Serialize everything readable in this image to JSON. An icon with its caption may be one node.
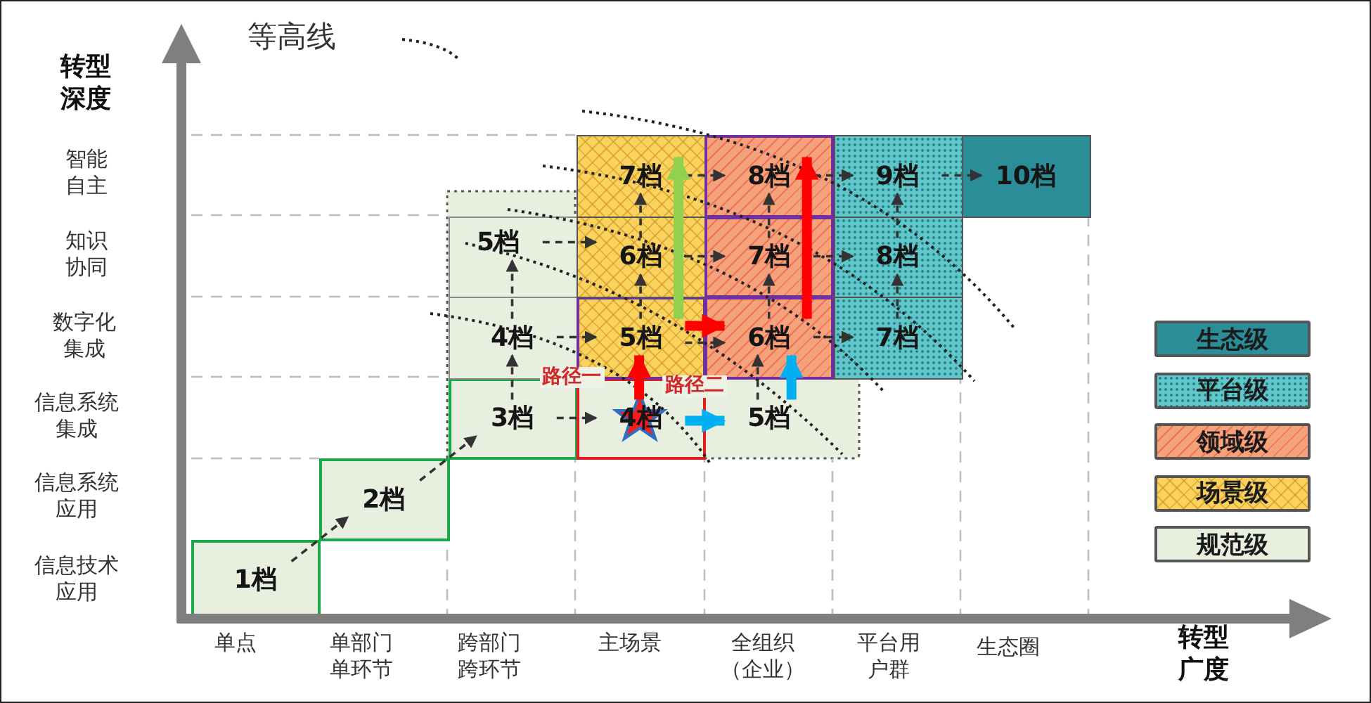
{
  "diagram": {
    "nodes": [
      {
        "text": [
          "1档"
        ]
      },
      {
        "text": [
          "2档"
        ]
      },
      {
        "text": [
          "3档"
        ]
      },
      {
        "text": [
          "4档"
        ]
      },
      {
        "text": [
          "5档"
        ]
      },
      {
        "text": [
          "4档"
        ]
      },
      {
        "text": [
          "5档"
        ]
      },
      {
        "text": [
          "5档"
        ]
      },
      {
        "text": [
          "6档"
        ]
      },
      {
        "text": [
          "7档"
        ]
      },
      {
        "text": [
          "6档"
        ]
      },
      {
        "text": [
          "7档"
        ]
      },
      {
        "text": [
          "8档"
        ]
      },
      {
        "text": [
          "7档"
        ]
      },
      {
        "text": [
          "8档"
        ]
      },
      {
        "text": [
          "9档"
        ]
      },
      {
        "text": [
          "10档"
        ]
      }
    ],
    "edges": [
      {
        "from": 0,
        "to": 1,
        "arrow": "to",
        "style": "dashed"
      },
      {
        "from": 1,
        "to": 2,
        "arrow": "to",
        "style": "dashed"
      },
      {
        "from": 2,
        "to": 3,
        "arrow": "to",
        "style": "dashed"
      },
      {
        "from": 2,
        "to": 5,
        "arrow": "to",
        "style": "dashed"
      },
      {
        "from": 5,
        "to": 7,
        "arrow": "to",
        "style": "dashed"
      },
      {
        "from": 5,
        "to": 6,
        "arrow": "to",
        "style": "dashed"
      },
      {
        "from": 6,
        "to": 8,
        "arrow": "to",
        "style": "dashed"
      },
      {
        "from": 7,
        "to": 8,
        "arrow": "to",
        "style": "dashed"
      },
      {
        "from": 8,
        "to": 9,
        "arrow": "to",
        "style": "dashed"
      },
      {
        "from": 7,
        "to": 10,
        "arrow": "to",
        "style": "dashed"
      },
      {
        "from": 8,
        "to": 11,
        "arrow": "to",
        "style": "dashed"
      },
      {
        "from": 9,
        "to": 12,
        "arrow": "to",
        "style": "dashed"
      },
      {
        "from": 10,
        "to": 11,
        "arrow": "to",
        "style": "dashed"
      },
      {
        "from": 11,
        "to": 12,
        "arrow": "to",
        "style": "dashed"
      },
      {
        "from": 10,
        "to": 13,
        "arrow": "to",
        "style": "dashed"
      },
      {
        "from": 11,
        "to": 14,
        "arrow": "to",
        "style": "dashed"
      },
      {
        "from": 12,
        "to": 15,
        "arrow": "to",
        "style": "dashed"
      },
      {
        "from": 13,
        "to": 14,
        "arrow": "to",
        "style": "dashed"
      },
      {
        "from": 14,
        "to": 15,
        "arrow": "to",
        "style": "dashed"
      },
      {
        "from": 15,
        "to": 16,
        "arrow": "to",
        "style": "dashed"
      },
      {
        "from": 4,
        "to": 10,
        "arrow": "to",
        "style": "dashed"
      },
      {
        "from": 3,
        "to": 7,
        "arrow": "to",
        "style": "thick",
        "color": "#ff0000",
        "label": "路径一"
      },
      {
        "from": 7,
        "to": 10,
        "arrow": "to",
        "style": "thick",
        "color": "#ff0000"
      },
      {
        "from": 10,
        "to": 12,
        "arrow": "to",
        "style": "thick",
        "color": "#ff0000"
      },
      {
        "from": 7,
        "to": 9,
        "arrow": "to",
        "style": "thick",
        "color": "#92d050"
      },
      {
        "from": 3,
        "to": 4,
        "arrow": "to",
        "style": "thick",
        "color": "#00b0f0",
        "label": "路径二"
      },
      {
        "from": 4,
        "to": 10,
        "arrow": "to",
        "style": "thick",
        "color": "#00b0f0"
      }
    ],
    "labels": [
      "等高线",
      "转型深度",
      "智能自主",
      "知识协同",
      "数字化集成",
      "信息系统集成",
      "信息系统应用",
      "信息技术应用",
      "单点",
      "单部门单环节",
      "跨部门跨环节",
      "主场景",
      "全组织（企业）",
      "平台用户群",
      "生态圈",
      "转型广度"
    ],
    "legend": [
      {
        "text": "生态级",
        "color": "#2a8d97"
      },
      {
        "text": "平台级",
        "color": "#5fc6ca"
      },
      {
        "text": "领域级",
        "color": "#f5a27a"
      },
      {
        "text": "场景级",
        "color": "#f9d35e"
      },
      {
        "text": "规范级",
        "color": "#e9efdf"
      }
    ]
  }
}
